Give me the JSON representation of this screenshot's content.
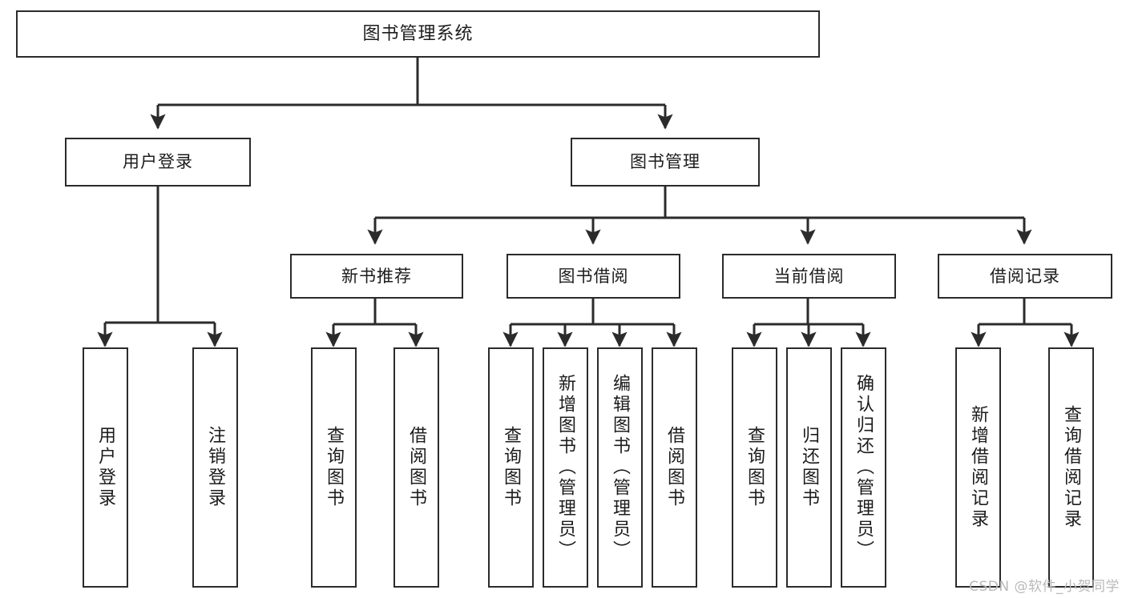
{
  "diagram": {
    "type": "tree-hierarchy-chart",
    "title": "图书管理系统",
    "watermark": "CSDN @软件_小贺同学",
    "colors": {
      "background": "#ffffff",
      "node_border": "#2b2b2b",
      "node_fill": "#ffffff",
      "connector": "#2b2b2b",
      "text": "#1c1c1c",
      "watermark": "#b9b9b9"
    },
    "root": {
      "label": "图书管理系统"
    },
    "level1": [
      {
        "id": "user-login",
        "label": "用户登录"
      },
      {
        "id": "book-manage",
        "label": "图书管理"
      }
    ],
    "level2": [
      {
        "id": "new-book-rec",
        "label": "新书推荐",
        "parent": "book-manage"
      },
      {
        "id": "book-borrow",
        "label": "图书借阅",
        "parent": "book-manage"
      },
      {
        "id": "current-borrow",
        "label": "当前借阅",
        "parent": "book-manage"
      },
      {
        "id": "borrow-record",
        "label": "借阅记录",
        "parent": "book-manage"
      }
    ],
    "leaves": {
      "user-login": [
        {
          "id": "leaf-user-login",
          "label": "用户登录"
        },
        {
          "id": "leaf-logout",
          "label": "注销登录"
        }
      ],
      "new-book-rec": [
        {
          "id": "leaf-query-book-1",
          "label": "查询图书"
        },
        {
          "id": "leaf-borrow-book-1",
          "label": "借阅图书"
        }
      ],
      "book-borrow": [
        {
          "id": "leaf-query-book-2",
          "label": "查询图书"
        },
        {
          "id": "leaf-add-book",
          "label": "新增图书（管理员）"
        },
        {
          "id": "leaf-edit-book",
          "label": "编辑图书（管理员）"
        },
        {
          "id": "leaf-borrow-book-2",
          "label": "借阅图书"
        }
      ],
      "current-borrow": [
        {
          "id": "leaf-query-book-3",
          "label": "查询图书"
        },
        {
          "id": "leaf-return-book",
          "label": "归还图书"
        },
        {
          "id": "leaf-confirm-return",
          "label": "确认归还（管理员）"
        }
      ],
      "borrow-record": [
        {
          "id": "leaf-add-record",
          "label": "新增借阅记录"
        },
        {
          "id": "leaf-query-record",
          "label": "查询借阅记录"
        }
      ]
    }
  }
}
